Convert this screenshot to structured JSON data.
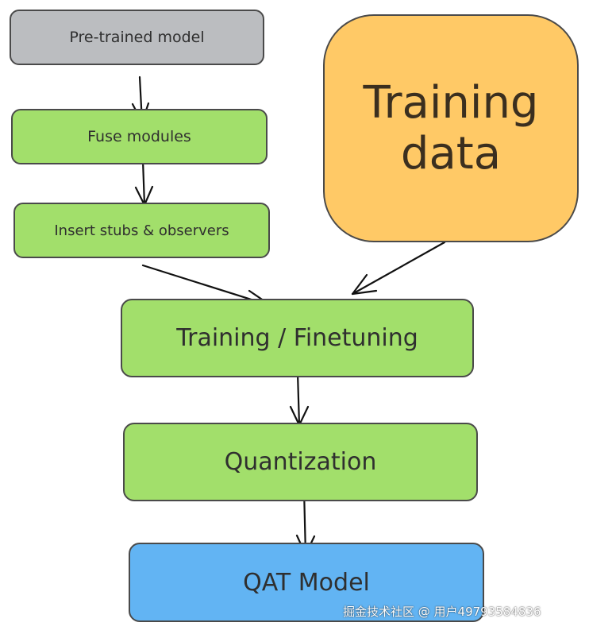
{
  "diagram": {
    "nodes": {
      "pretrained": {
        "label": "Pre-trained model",
        "color": "#bbbdc0"
      },
      "fuse": {
        "label": "Fuse modules",
        "color": "#a2df6b"
      },
      "insert": {
        "label": "Insert stubs & observers",
        "color": "#a2df6b"
      },
      "training_data": {
        "label_line1": "Training",
        "label_line2": "data",
        "color": "#ffc966"
      },
      "finetune": {
        "label": "Training / Finetuning",
        "color": "#a2df6b"
      },
      "quant": {
        "label": "Quantization",
        "color": "#a2df6b"
      },
      "qat": {
        "label": "QAT Model",
        "color": "#62b4f3"
      }
    },
    "edges": [
      {
        "from": "pretrained",
        "to": "fuse"
      },
      {
        "from": "fuse",
        "to": "insert"
      },
      {
        "from": "insert",
        "to": "finetune"
      },
      {
        "from": "training_data",
        "to": "finetune"
      },
      {
        "from": "finetune",
        "to": "quant"
      },
      {
        "from": "quant",
        "to": "qat"
      }
    ]
  },
  "watermark": {
    "text": "掘金技术社区 @ 用户49793584836"
  }
}
